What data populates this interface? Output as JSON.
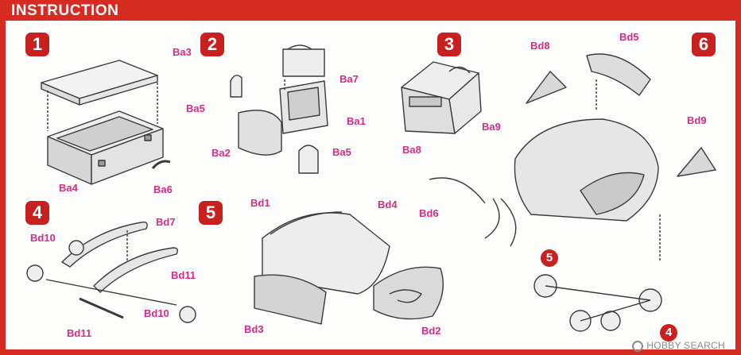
{
  "header": {
    "title": "INSTRUCTION"
  },
  "steps": {
    "s1": "1",
    "s2": "2",
    "s3": "3",
    "s4": "4",
    "s5": "5",
    "s6": "6"
  },
  "labels": {
    "ba3": "Ba3",
    "ba4": "Ba4",
    "ba6": "Ba6",
    "ba7": "Ba7",
    "ba5a": "Ba5",
    "ba1": "Ba1",
    "ba2": "Ba2",
    "ba5b": "Ba5",
    "ba9": "Ba9",
    "ba8": "Ba8",
    "bd8": "Bd8",
    "bd5": "Bd5",
    "bd9": "Bd9",
    "bd6": "Bd6",
    "bd10a": "Bd10",
    "bd7": "Bd7",
    "bd11a": "Bd11",
    "bd11b": "Bd11",
    "bd10b": "Bd10",
    "bd1": "Bd1",
    "bd4": "Bd4",
    "bd3": "Bd3",
    "bd2": "Bd2"
  },
  "refs": {
    "r5": "5",
    "r4": "4"
  },
  "watermark": "HOBBY SEARCH",
  "colors": {
    "accent": "#d72a20",
    "label": "#d82a86",
    "line": "#3a3a3a",
    "shade": "#d9d9d9"
  }
}
